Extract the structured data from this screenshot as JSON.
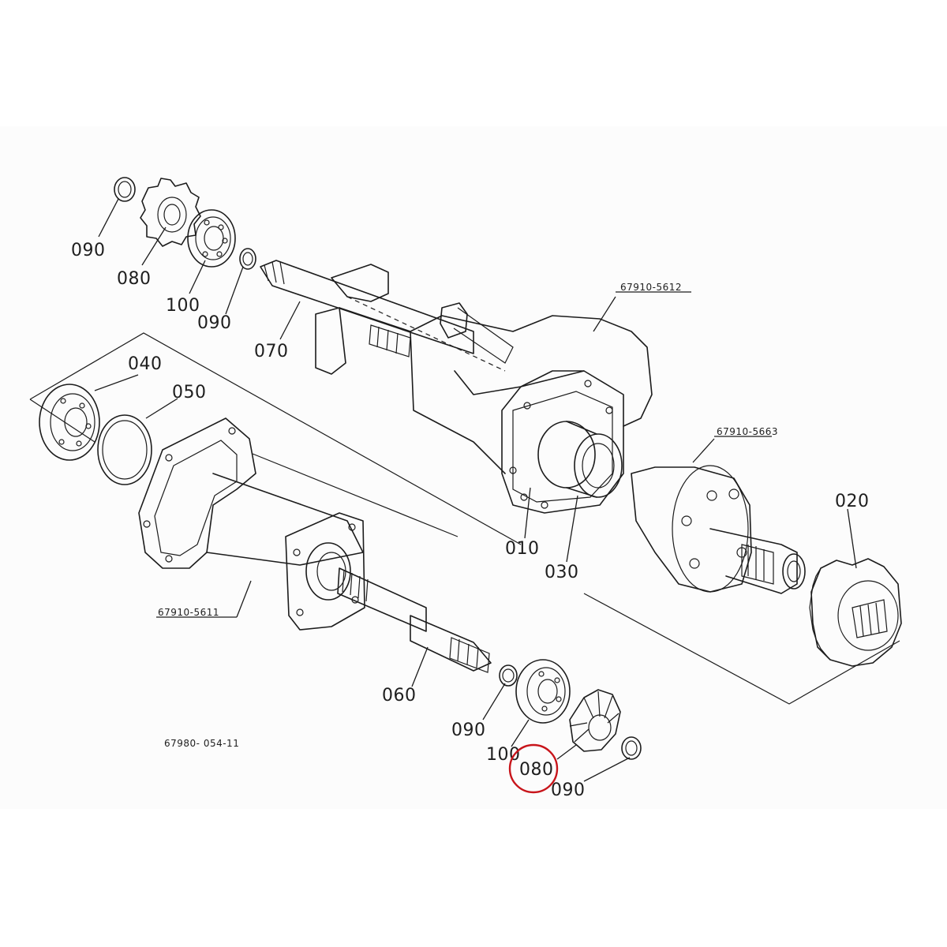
{
  "diagram": {
    "assemblies": [
      {
        "id": "asm-5612",
        "label": "67910-5612"
      },
      {
        "id": "asm-5663",
        "label": "67910-5663"
      },
      {
        "id": "asm-5611",
        "label": "67910-5611"
      }
    ],
    "callouts": [
      {
        "id": "c-090-a",
        "label": "090"
      },
      {
        "id": "c-080-a",
        "label": "080"
      },
      {
        "id": "c-100-a",
        "label": "100"
      },
      {
        "id": "c-090-b",
        "label": "090"
      },
      {
        "id": "c-070",
        "label": "070"
      },
      {
        "id": "c-040",
        "label": "040"
      },
      {
        "id": "c-050",
        "label": "050"
      },
      {
        "id": "c-010",
        "label": "010"
      },
      {
        "id": "c-030",
        "label": "030"
      },
      {
        "id": "c-020",
        "label": "020"
      },
      {
        "id": "c-060",
        "label": "060"
      },
      {
        "id": "c-090-c",
        "label": "090"
      },
      {
        "id": "c-100-b",
        "label": "100"
      },
      {
        "id": "c-080-b",
        "label": "080"
      },
      {
        "id": "c-090-d",
        "label": "090"
      }
    ],
    "drawing_number": "67980- 054-11",
    "highlighted_callout": "c-080-b",
    "highlight_color": "#c8151b"
  }
}
